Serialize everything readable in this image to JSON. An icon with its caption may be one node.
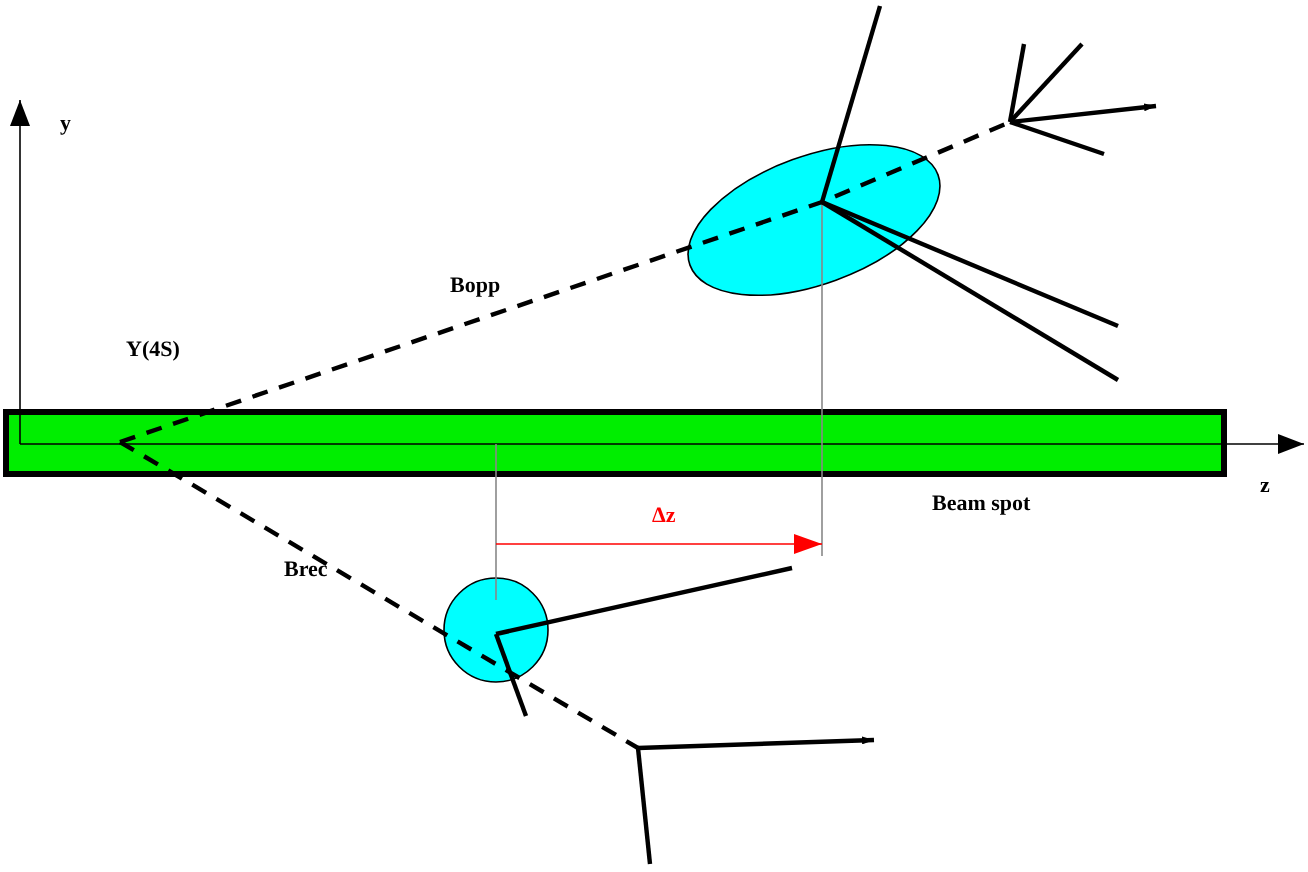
{
  "diagram": {
    "nodes": [
      {
        "text": [],
        "shape": "ellipse"
      },
      {
        "text": [],
        "shape": "circle"
      }
    ],
    "labels": [
      "y",
      "Y(4S)",
      "Bopp",
      "z",
      "Beam spot",
      "Δz",
      "Brec"
    ]
  }
}
